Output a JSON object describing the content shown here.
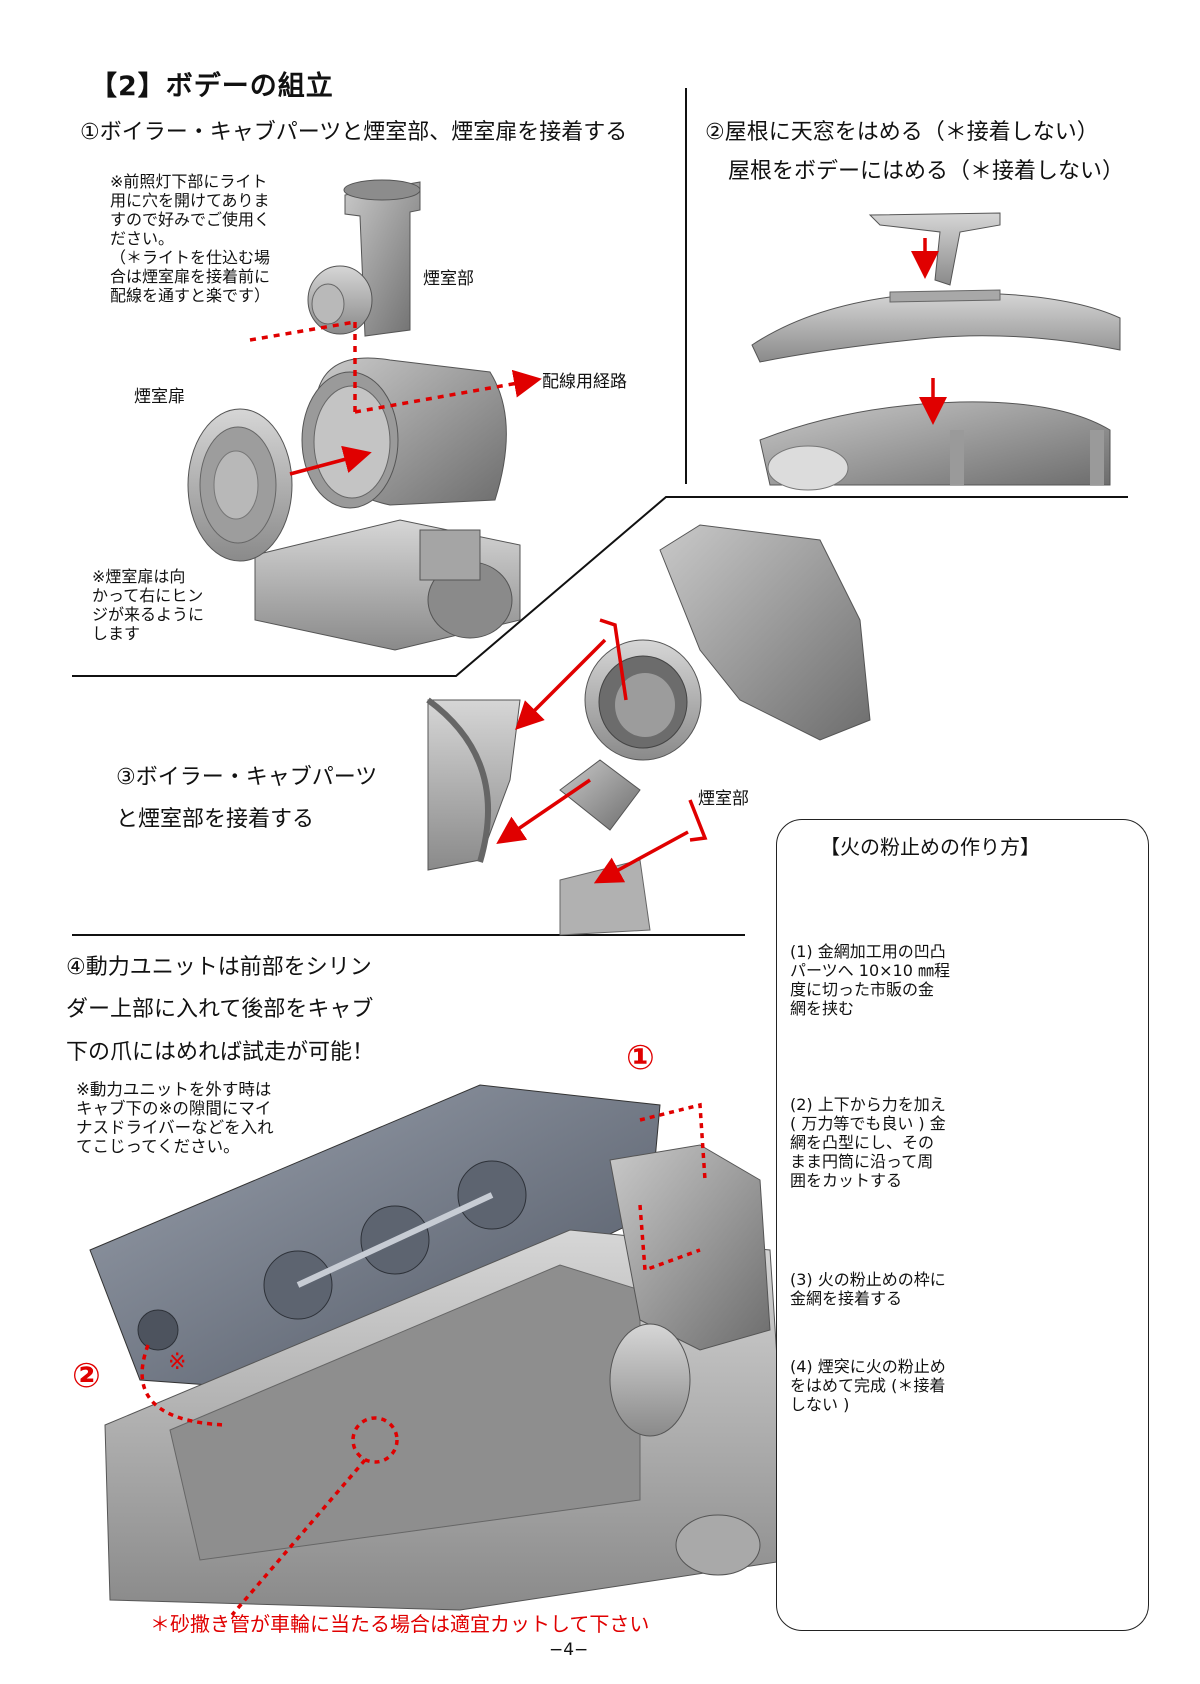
{
  "section": {
    "title": "【2】ボデーの組立"
  },
  "step1": {
    "title": "①ボイラー・キャブパーツと煙室部、煙室扉を接着する",
    "note_light": "※前照灯下部にライト\n用に穴を開けてありま\nすので好みでご使用く\nださい。\n（＊ライトを仕込む場\n合は煙室扉を接着前に\n配線を通すと楽です）",
    "label_smokebox": "煙室部",
    "label_wiring": "配線用経路",
    "label_door": "煙室扉",
    "note_hinge": "※煙室扉は向\nかって右にヒン\nジが来るように\nします"
  },
  "step2": {
    "line1": "②屋根に天窓をはめる（＊接着しない）",
    "line2": "屋根をボデーにはめる（＊接着しない）"
  },
  "step3": {
    "line1": "③ボイラー・キャブパーツ",
    "line2": "と煙室部を接着する",
    "label_smokebox": "煙室部"
  },
  "step4": {
    "line1": "④動力ユニットは前部をシリン",
    "line2": "ダー上部に入れて後部をキャブ",
    "line3": "下の爪にはめれば試走が可能！",
    "note": "※動力ユニットを外す時は\nキャブ下の※の隙間にマイ\nナスドライバーなどを入れ\nてこじってください。",
    "marker1": "①",
    "marker2": "②",
    "mark": "※",
    "warning": "＊砂撒き管が車輪に当たる場合は適宜カットして下さい"
  },
  "fire_screen": {
    "title": "【火の粉止めの作り方】",
    "steps": [
      "(1) 金網加工用の凹凸\nパーツへ 10×10 ㎜程\n度に切った市販の金\n網を挟む",
      "(2) 上下から力を加え\n( 万力等でも良い ) 金\n網を凸型にし、その\nまま円筒に沿って周\n囲をカットする",
      "(3) 火の粉止めの枠に\n金網を接着する",
      "(4) 煙突に火の粉止め\nをはめて完成 (＊接着\nしない )"
    ]
  },
  "page_number": "−4−"
}
